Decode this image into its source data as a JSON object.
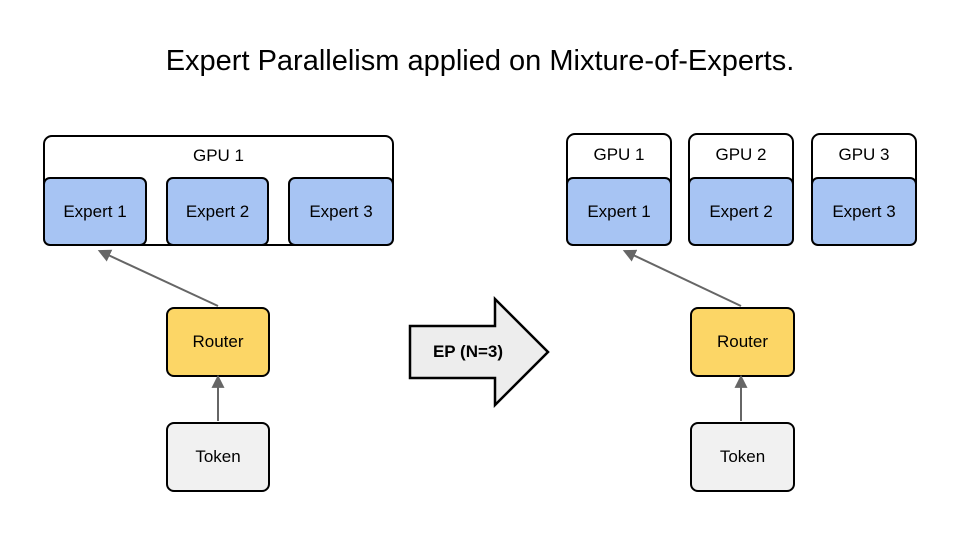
{
  "title": "Expert Parallelism applied on Mixture-of-Experts.",
  "colors": {
    "expert_fill": "#a7c4f3",
    "router_fill": "#fcd666",
    "token_fill": "#f1f1f1",
    "block_arrow_fill": "#ededed",
    "connector": "#666666"
  },
  "left_panel": {
    "gpu_label": "GPU 1",
    "experts": [
      "Expert 1",
      "Expert 2",
      "Expert 3"
    ],
    "router_label": "Router",
    "token_label": "Token"
  },
  "transition_arrow": {
    "label": "EP (N=3)"
  },
  "right_panel": {
    "gpus": [
      {
        "label": "GPU 1",
        "expert": "Expert 1"
      },
      {
        "label": "GPU 2",
        "expert": "Expert 2"
      },
      {
        "label": "GPU 3",
        "expert": "Expert 3"
      }
    ],
    "router_label": "Router",
    "token_label": "Token"
  }
}
